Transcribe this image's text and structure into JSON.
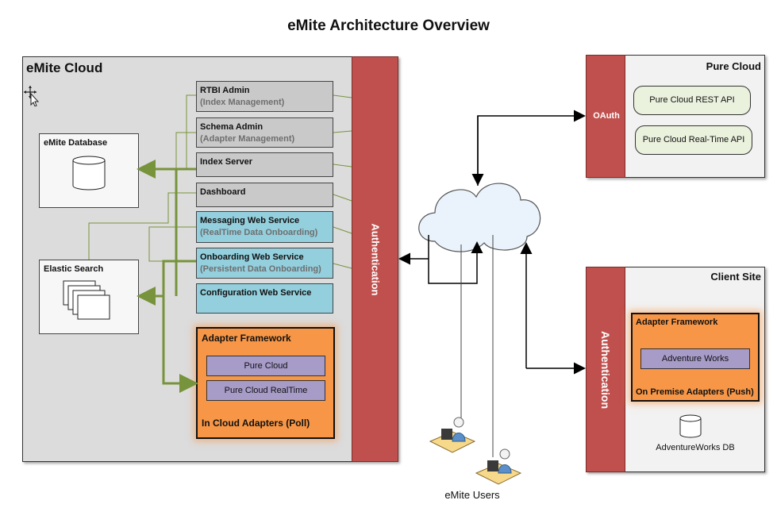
{
  "title": "eMite Architecture Overview",
  "emite_cloud": {
    "title": "eMite Cloud",
    "database_title": "eMite Database",
    "elastic_title": "Elastic Search",
    "services": [
      {
        "name": "RTBI Admin",
        "sub": "(Index Management)"
      },
      {
        "name": "Schema Admin",
        "sub": "(Adapter Management)"
      },
      {
        "name": "Index Server",
        "sub": ""
      },
      {
        "name": "Dashboard",
        "sub": ""
      },
      {
        "name": "Messaging Web Service",
        "sub": "(RealTime Data Onboarding)"
      },
      {
        "name": "Onboarding Web Service",
        "sub": "(Persistent Data Onboarding)"
      },
      {
        "name": "Configuration Web Service",
        "sub": ""
      }
    ],
    "adapter_framework": {
      "title": "Adapter Framework",
      "items": [
        "Pure Cloud",
        "Pure Cloud RealTime"
      ],
      "footer": "In Cloud Adapters (Poll)"
    },
    "auth_label": "Authentication"
  },
  "pure_cloud": {
    "title": "Pure Cloud",
    "oauth_label": "OAuth",
    "apis": [
      "Pure Cloud REST API",
      "Pure Cloud Real-Time API"
    ]
  },
  "client_site": {
    "title": "Client Site",
    "auth_label": "Authentication",
    "adapter_framework": {
      "title": "Adapter Framework",
      "item": "Adventure Works",
      "footer": "On Premise Adapters (Push)"
    },
    "db_label": "AdventureWorks DB"
  },
  "users_label": "eMite Users",
  "colors": {
    "auth": "#c0504d",
    "adapter": "#f79646",
    "service_blue": "#93cfdd",
    "service_grey": "#c9c9c9",
    "connector_green": "#77933c",
    "adapter_item": "#a79bc8",
    "api_pill": "#eaf1dd"
  }
}
